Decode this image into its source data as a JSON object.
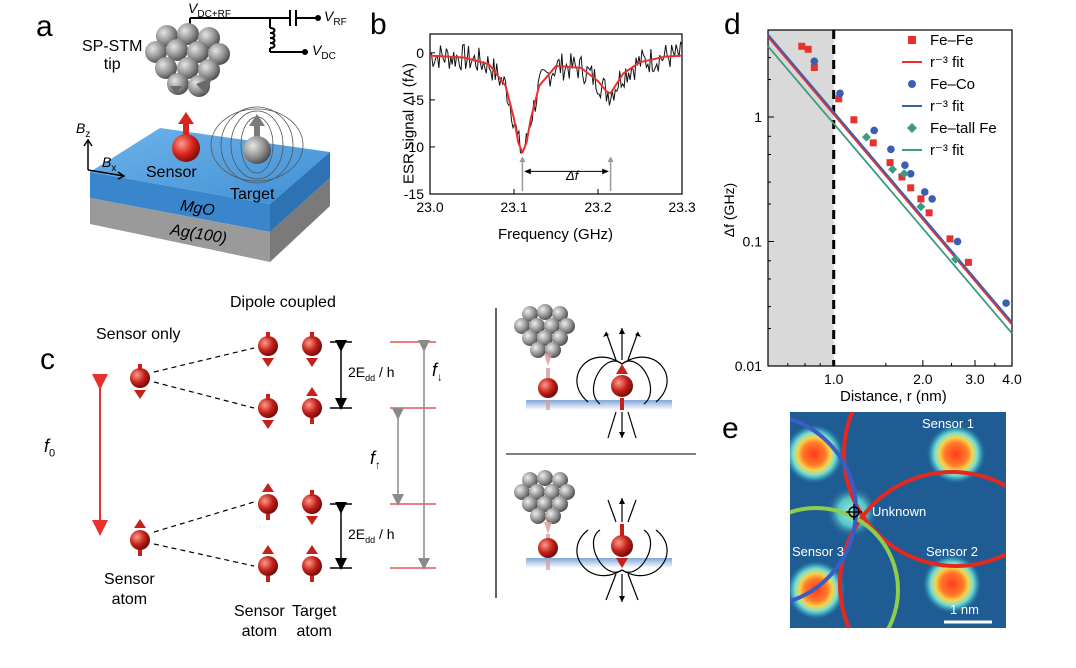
{
  "panel_labels": {
    "a": "a",
    "b": "b",
    "c": "c",
    "d": "d",
    "e": "e"
  },
  "panel_a": {
    "tip_label_1": "SP-STM",
    "tip_label_2": "tip",
    "v_dc_rf": "V",
    "v_dc_rf_sub": "DC+RF",
    "v_rf": "V",
    "v_rf_sub": "RF",
    "v_dc": "V",
    "v_dc_sub": "DC",
    "bz": "B",
    "bz_sub": "z",
    "bx": "B",
    "bx_sub": "x",
    "sensor": "Sensor",
    "target": "Target",
    "mgo": "MgO",
    "ag": "Ag(100)"
  },
  "panel_b": {
    "ylabel": "ESR signal ΔI (fA)",
    "xlabel": "Frequency (GHz)",
    "delta_f": "Δf"
  },
  "panel_c": {
    "dipole_coupled": "Dipole coupled",
    "sensor_only": "Sensor only",
    "f0": "f",
    "f0_sub": "0",
    "f_up": "f",
    "f_up_sub": "↑",
    "f_down": "f",
    "f_down_sub": "↓",
    "edd_label": "2E",
    "edd_sub": "dd",
    "edd_suffix": " / h",
    "sensor_atom_1": "Sensor",
    "sensor_atom_2": "atom",
    "target_atom_1": "Target",
    "target_atom_2": "atom",
    "bottom_sensor_1": "Sensor",
    "bottom_sensor_2": "atom"
  },
  "panel_d": {
    "ylabel": "Δf (GHz)",
    "xlabel": "Distance, r (nm)"
  },
  "panel_e": {
    "sensor1": "Sensor 1",
    "sensor2": "Sensor 2",
    "sensor3": "Sensor 3",
    "unknown": "Unknown",
    "scalebar": "1 nm"
  },
  "chart_data": [
    {
      "type": "line",
      "panel": "b",
      "title": "",
      "xlabel": "Frequency (GHz)",
      "ylabel": "ESR signal ΔI (fA)",
      "xlim": [
        23.0,
        23.3
      ],
      "ylim": [
        -15,
        2
      ],
      "x_ticks": [
        23.0,
        23.1,
        23.2,
        23.3
      ],
      "x_tick_labels": [
        "23.0",
        "23.1",
        "23.2",
        "23.3"
      ],
      "y_ticks": [
        0,
        -5,
        -10,
        -15
      ],
      "y_tick_labels": [
        "0",
        "-5",
        "-10",
        "-15"
      ],
      "series": [
        {
          "color": "#e8312f",
          "x": [
            23.0,
            23.04,
            23.07,
            23.09,
            23.1,
            23.105,
            23.11,
            23.115,
            23.12,
            23.13,
            23.15,
            23.18,
            23.2,
            23.21,
            23.215,
            23.22,
            23.23,
            23.25,
            23.28,
            23.3
          ],
          "y": [
            -0.3,
            -0.5,
            -1.2,
            -3.5,
            -7.0,
            -9.5,
            -10.6,
            -9.5,
            -7.0,
            -3.5,
            -1.4,
            -1.6,
            -3.0,
            -4.1,
            -4.3,
            -3.6,
            -2.2,
            -1.0,
            -0.4,
            -0.3
          ]
        }
      ],
      "annotations": [
        "Δf"
      ]
    },
    {
      "type": "scatter",
      "panel": "d",
      "xlabel": "Distance, r (nm)",
      "ylabel": "Δf (GHz)",
      "x_scale": "log",
      "y_scale": "log",
      "xlim": [
        0.6,
        4.0
      ],
      "ylim": [
        0.01,
        5
      ],
      "x_ticks": [
        1.0,
        2.0,
        3.0,
        4.0
      ],
      "x_tick_labels": [
        "1.0",
        "2.0",
        "3.0",
        "4.0"
      ],
      "y_ticks": [
        0.01,
        0.1,
        1
      ],
      "y_tick_labels": [
        "0.01",
        "0.1",
        "1"
      ],
      "legend_position": "top-right",
      "series": [
        {
          "name": "Fe–Fe",
          "marker": "square",
          "color": "#e8312f",
          "x": [
            0.78,
            0.82,
            0.86,
            1.04,
            1.17,
            1.36,
            1.55,
            1.7,
            1.82,
            1.97,
            2.1,
            2.47,
            2.85
          ],
          "y": [
            3.7,
            3.5,
            2.5,
            1.4,
            0.95,
            0.62,
            0.43,
            0.33,
            0.27,
            0.22,
            0.17,
            0.105,
            0.068
          ]
        },
        {
          "name": "r⁻³ fit",
          "marker": "line",
          "color": "#e8312f",
          "x": [
            0.6,
            4.0
          ],
          "y": [
            4.4,
            0.0215
          ]
        },
        {
          "name": "Fe–Co",
          "marker": "circle",
          "color": "#3a5fb0",
          "x": [
            0.86,
            1.05,
            1.37,
            1.56,
            1.74,
            1.82,
            2.03,
            2.15,
            2.62,
            3.82
          ],
          "y": [
            2.8,
            1.55,
            0.78,
            0.55,
            0.41,
            0.35,
            0.25,
            0.22,
            0.1,
            0.032
          ]
        },
        {
          "name": "r⁻³ fit",
          "marker": "line",
          "color": "#3a5fb0",
          "x": [
            0.6,
            4.0
          ],
          "y": [
            4.6,
            0.0225
          ]
        },
        {
          "name": "Fe–tall Fe",
          "marker": "diamond",
          "color": "#3c9a86",
          "x": [
            1.29,
            1.58,
            1.73,
            1.97,
            2.58
          ],
          "y": [
            0.69,
            0.38,
            0.35,
            0.19,
            0.072
          ]
        },
        {
          "name": "r⁻³ fit",
          "marker": "line",
          "color": "#3c9a86",
          "x": [
            0.6,
            4.0
          ],
          "y": [
            3.7,
            0.0183
          ]
        }
      ],
      "annotations": [
        "shaded region r < 1.0 nm",
        "dashed line at r = 1.0 nm"
      ]
    }
  ],
  "colors": {
    "red": "#e8312f",
    "blue": "#3a5fb0",
    "teal": "#3c9a86",
    "mgo": "#4d9ad8",
    "ag": "#8d8d8d"
  }
}
